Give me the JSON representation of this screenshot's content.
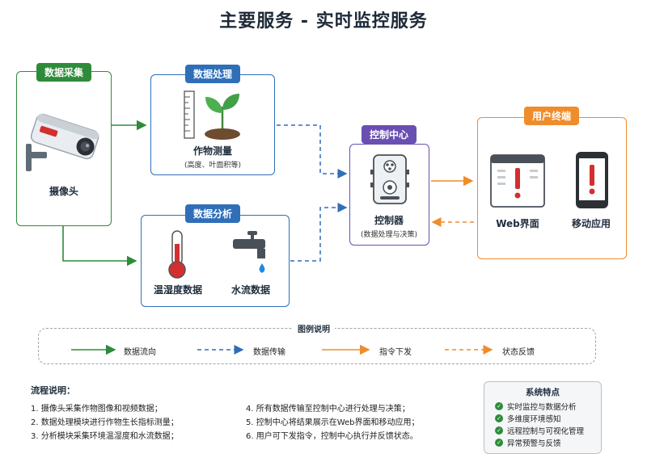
{
  "title": "主要服务 - 实时监控服务",
  "colors": {
    "green": "#2e8b3a",
    "blue": "#2f6fb8",
    "purple": "#6a4fb3",
    "orange": "#ef8c2b"
  },
  "collect": {
    "tag": "数据采集",
    "label": "摄像头",
    "icon": "security-camera"
  },
  "process": {
    "tag": "数据处理",
    "label": "作物测量",
    "sub": "(高度、叶面积等)",
    "icons": [
      "ruler",
      "seedling"
    ]
  },
  "analysis": {
    "tag": "数据分析",
    "items": [
      {
        "label": "温湿度数据",
        "icon": "thermometer"
      },
      {
        "label": "水流数据",
        "icon": "water-faucet"
      }
    ]
  },
  "control": {
    "tag": "控制中心",
    "label": "控制器",
    "sub": "(数据处理与决策)",
    "icon": "controller-device"
  },
  "terminal": {
    "tag": "用户终端",
    "items": [
      {
        "label": "Web界面",
        "icon": "browser-alert"
      },
      {
        "label": "移动应用",
        "icon": "phone-alert"
      }
    ]
  },
  "legend": {
    "title": "图例说明",
    "items": [
      {
        "label": "数据流向"
      },
      {
        "label": "数据传输"
      },
      {
        "label": "指令下发"
      },
      {
        "label": "状态反馈"
      }
    ]
  },
  "flow": {
    "heading": "流程说明：",
    "items": [
      "1.  摄像头采集作物图像和视频数据；",
      "2.  数据处理模块进行作物生长指标测量；",
      "3.  分析模块采集环境温湿度和水流数据；",
      "4.  所有数据传输至控制中心进行处理与决策；",
      "5.  控制中心将结果展示在Web界面和移动应用；",
      "6.  用户可下发指令，控制中心执行并反馈状态。"
    ]
  },
  "features": {
    "title": "系统特点",
    "items": [
      "实时监控与数据分析",
      "多维度环境感知",
      "远程控制与可视化管理",
      "异常预警与反馈"
    ]
  }
}
